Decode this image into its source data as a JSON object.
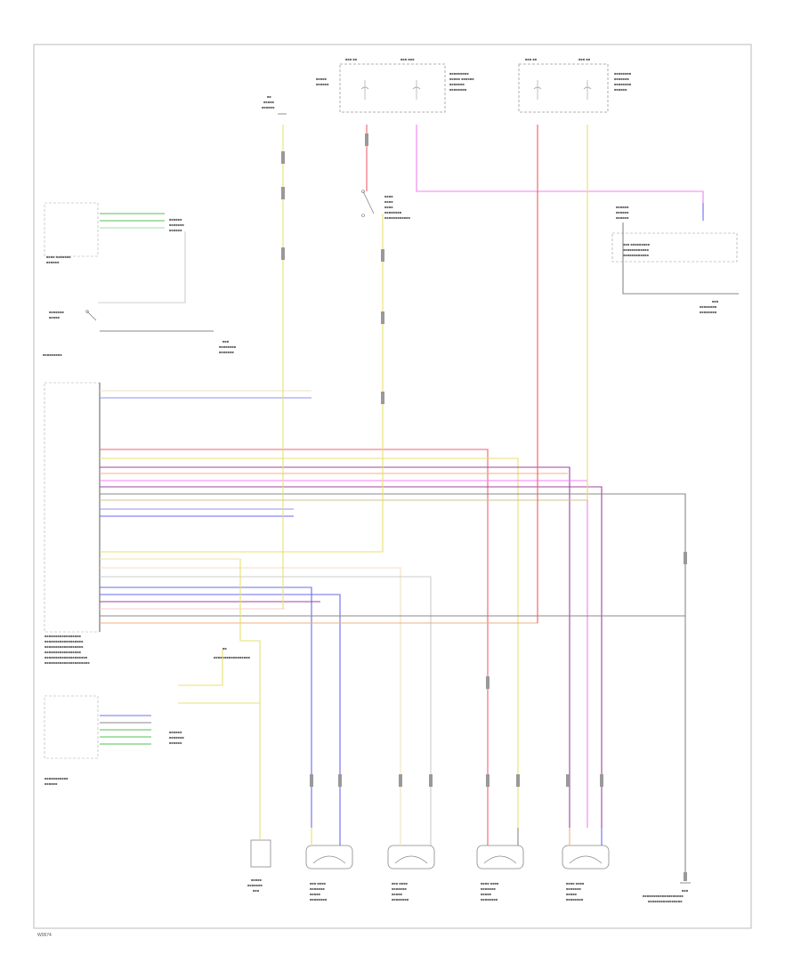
{
  "colors": {
    "background": "#ffffff",
    "frame": "#bbbbbb",
    "wire_red": "#f06070",
    "wire_yellow": "#e8e070",
    "wire_pink": "#f080f0",
    "wire_gray": "#888888",
    "wire_blue": "#6a6af0",
    "wire_green": "#50c050",
    "wire_purple": "#a040a0",
    "wire_orange": "#f0b080",
    "wire_tan": "#d0c090",
    "wire_black": "#666666"
  },
  "footer": {
    "code": "W0674"
  },
  "components": [
    {
      "name": "fuse-block-left",
      "icon": "fuse-box-icon"
    },
    {
      "name": "fuse-block-right",
      "icon": "fuse-box-icon"
    },
    {
      "name": "ground-top",
      "icon": "ground-icon"
    },
    {
      "name": "brake-switch",
      "icon": "switch-icon"
    },
    {
      "name": "seat-control-module",
      "icon": "module-icon"
    },
    {
      "name": "headlamp-switch",
      "icon": "switch-icon"
    },
    {
      "name": "main-control-module",
      "icon": "module-icon"
    },
    {
      "name": "sensor-module",
      "icon": "module-icon"
    },
    {
      "name": "connector-module",
      "icon": "connector-icon"
    },
    {
      "name": "pressure-sensor",
      "icon": "sensor-icon"
    },
    {
      "name": "wheel-speed-sensor-1",
      "icon": "wheel-sensor-icon"
    },
    {
      "name": "wheel-speed-sensor-2",
      "icon": "wheel-sensor-icon"
    },
    {
      "name": "wheel-speed-sensor-3",
      "icon": "wheel-sensor-icon"
    },
    {
      "name": "wheel-speed-sensor-4",
      "icon": "wheel-sensor-icon"
    },
    {
      "name": "ground-bottom-right",
      "icon": "ground-icon"
    }
  ]
}
